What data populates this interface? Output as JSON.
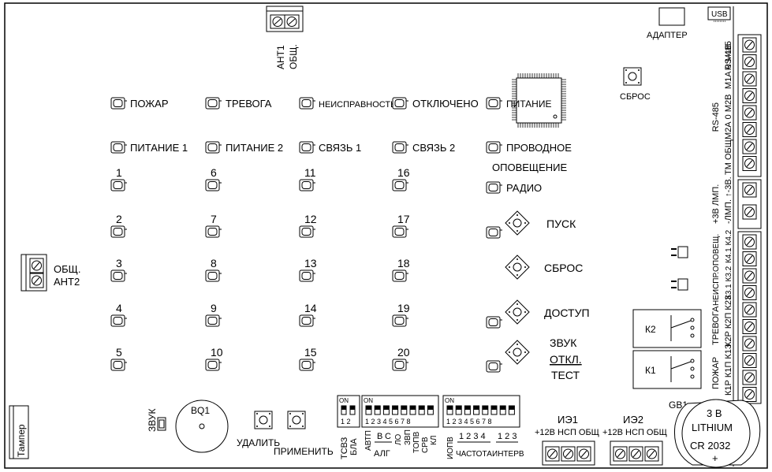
{
  "top_connector": {
    "labels": [
      "АНТ1",
      "ОБЩ."
    ]
  },
  "left_connector": {
    "labels": [
      "ОБЩ.",
      "АНТ2"
    ]
  },
  "top_right": {
    "adapter": "АДАПТЕР",
    "usb": "USB",
    "reset": "СБРОС"
  },
  "indicators_row1": [
    "ПОЖАР",
    "ТРЕВОГА",
    "НЕИСПРАВНОСТЬ",
    "ОТКЛЮЧЕНО",
    "ПИТАНИЕ"
  ],
  "indicators_row2": [
    "ПИТАНИЕ 1",
    "ПИТАНИЕ 2",
    "СВЯЗЬ 1",
    "СВЯЗЬ 2",
    "ПРОВОДНОЕ",
    "ОПОВЕЩЕНИЕ"
  ],
  "zones": [
    "1",
    "2",
    "3",
    "4",
    "5",
    "6",
    "7",
    "8",
    "9",
    "10",
    "11",
    "12",
    "13",
    "14",
    "15",
    "16",
    "17",
    "18",
    "19",
    "20"
  ],
  "radio": "РАДИО",
  "buttons": {
    "start": "ПУСК",
    "reset": "СБРОС",
    "access": "ДОСТУП",
    "sound": "ЗВУК",
    "off": "ОТКЛ.",
    "test": "ТЕСТ"
  },
  "right_terminals": {
    "rs485_1": "RS-485",
    "rs485_1_pins": "М1А 0 М1В",
    "rs485_2": "RS-485",
    "rs485_2_pins": "М2А 0 М2В",
    "tm": "ТМ ОБЩ",
    "lamp": "+3В ЛМП.",
    "lamp2": "-ЛМП. ↑-3В.",
    "neispr": "НЕИСПР.ОПОВЕЩ.",
    "neispr_pins": "К4.1 К4.2",
    "k3": "К3.1 К3.2",
    "trevoga": "ТРЕВОГА",
    "trevoga_pins": "К2Р К2П К2З",
    "pozhar": "ПОЖАР",
    "pozhar_pins": "К1Р К1П К1З",
    "relay_k2": "К2",
    "relay_k1": "К1"
  },
  "bottom": {
    "tamper": "Тампер",
    "sound": "ЗВУК",
    "buzzer": "BQ1",
    "delete": "УДАЛИТЬ",
    "apply": "ПРИМЕНИТЬ",
    "dip_on": "ON",
    "dip1_nums": "1 2",
    "dip1_labels": [
      "ТСВЗ",
      "БЛА"
    ],
    "dip2_nums": "1 2 3 4 5 6 7 8",
    "dip2_labels": [
      "АВТП",
      "В",
      "С",
      "ЛО",
      "ЗВП",
      "ТОПВ",
      "СРВ",
      "КЛ"
    ],
    "dip2_group": "АЛГ",
    "dip3_nums": "1 2 3 4 5 6 7 8",
    "dip3_labels": [
      "ИОПВ"
    ],
    "dip3_freq_nums": "1 2 3 4",
    "dip3_int_nums": "1 2 3",
    "dip3_freq": "ЧАСТОТА",
    "dip3_int": "ИНТЕРВ",
    "ie1": "ИЭ1",
    "ie1_pins": "+12В НСП ОБЩ",
    "ie2": "ИЭ2",
    "ie2_pins": "+12В НСП ОБЩ",
    "gb1": "GB1",
    "battery": [
      "3 В",
      "LITHIUM",
      "CR 2032",
      "+"
    ]
  }
}
